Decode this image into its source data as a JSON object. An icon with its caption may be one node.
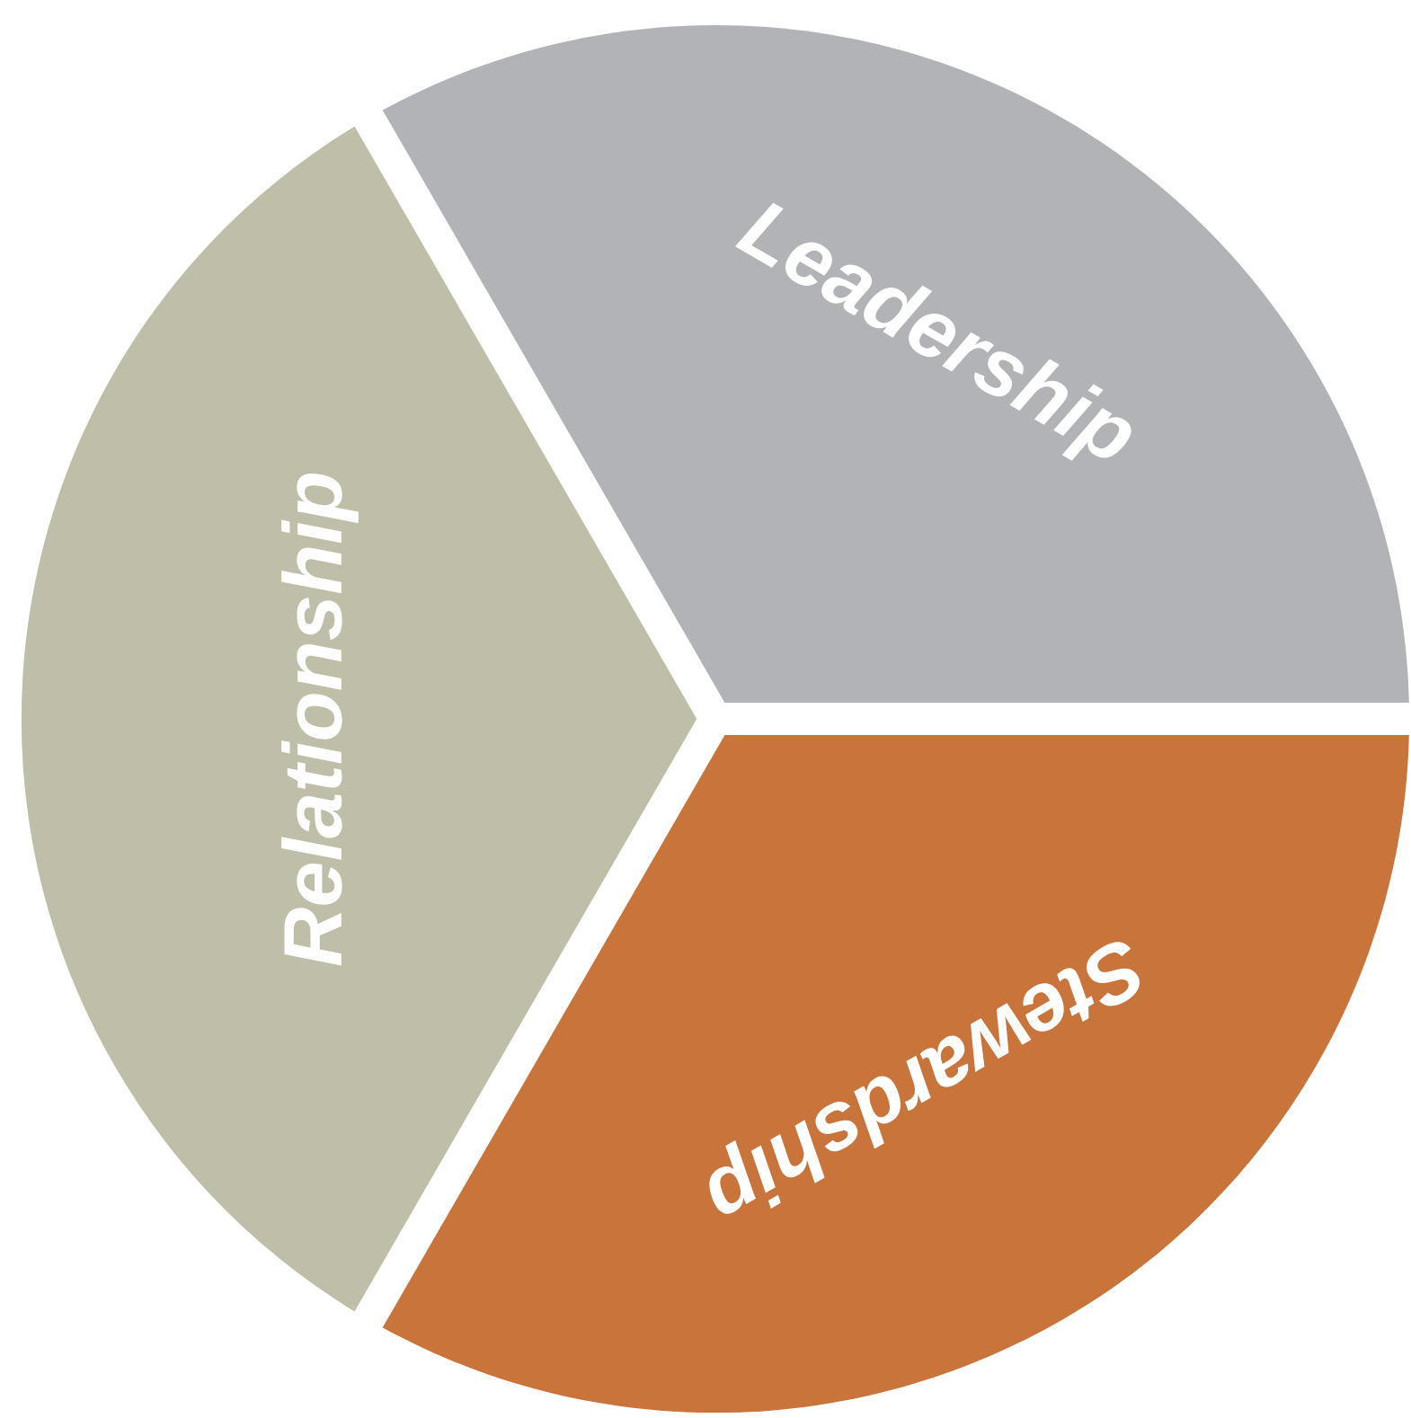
{
  "diagram": {
    "nodes": [
      {
        "text": [
          "Leadership"
        ]
      },
      {
        "text": [
          "Relationship"
        ]
      },
      {
        "text": [
          "Stewardship"
        ]
      }
    ]
  }
}
